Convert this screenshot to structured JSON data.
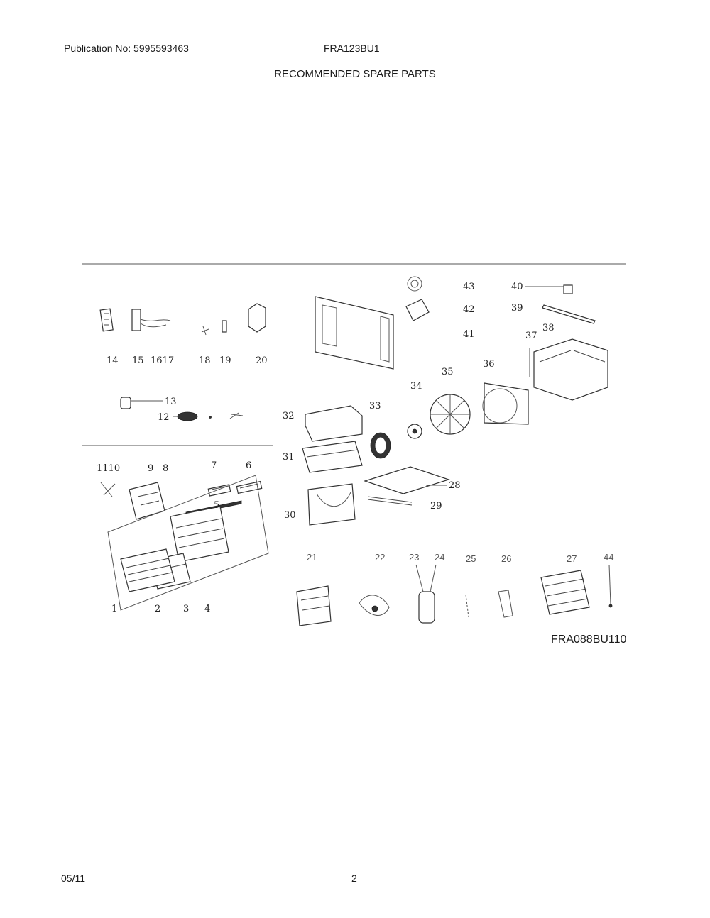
{
  "header": {
    "publication": "Publication No: 5995593463",
    "model": "FRA123BU1",
    "title": "RECOMMENDED SPARE PARTS"
  },
  "diagram": {
    "callouts": [
      "1",
      "2",
      "3",
      "4",
      "5",
      "6",
      "7",
      "8",
      "9",
      "1110",
      "12",
      "13",
      "14",
      "15",
      "1617",
      "18",
      "19",
      "20",
      "21",
      "22",
      "23",
      "24",
      "25",
      "26",
      "27",
      "28",
      "29",
      "30",
      "31",
      "32",
      "33",
      "34",
      "35",
      "36",
      "37",
      "38",
      "39",
      "40",
      "41",
      "42",
      "43",
      "44"
    ],
    "code": "FRA088BU110"
  },
  "footer": {
    "date": "05/11",
    "page": "2"
  }
}
